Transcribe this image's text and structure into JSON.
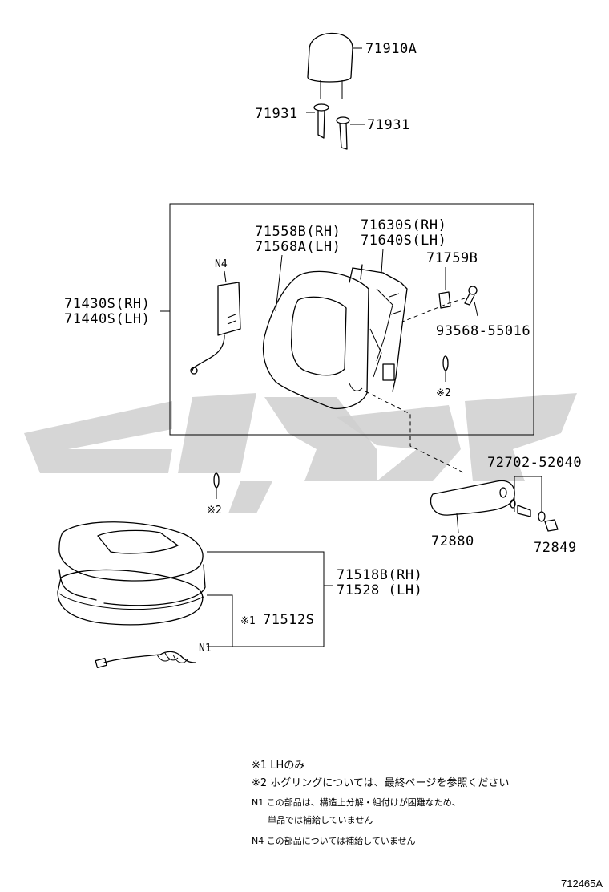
{
  "parts": {
    "headrest": "71910A",
    "support_left": "71931",
    "support_right": "71931",
    "cover_rh": "71558B(RH)",
    "cover_lh": "71568A(LH)",
    "frame_rh": "71630S(RH)",
    "frame_lh": "71640S(LH)",
    "back_assy_rh": "71430S(RH)",
    "back_assy_lh": "71440S(LH)",
    "clip": "71759B",
    "screw": "93568-55016",
    "n4_label": "N4",
    "hogring_upper": "※2",
    "hogring_lower": "※2",
    "bolt": "72702-52040",
    "armrest": "72880",
    "cap": "72849",
    "cushion_rh": "71518B(RH)",
    "cushion_lh": "71528 (LH)",
    "cushion_cover": "71512S",
    "lh_mark": "※1",
    "n1_label": "N1"
  },
  "notes": {
    "note1": "※1 LHのみ",
    "note2": "※2 ホグリングについては、最終ページを参照ください",
    "n1_line1": "N1 この部品は、構造上分解・組付けが困難なため、",
    "n1_line2": "単品では補給していません",
    "n4": "N4 この部品については補給していません"
  },
  "figure_id": "712465A"
}
